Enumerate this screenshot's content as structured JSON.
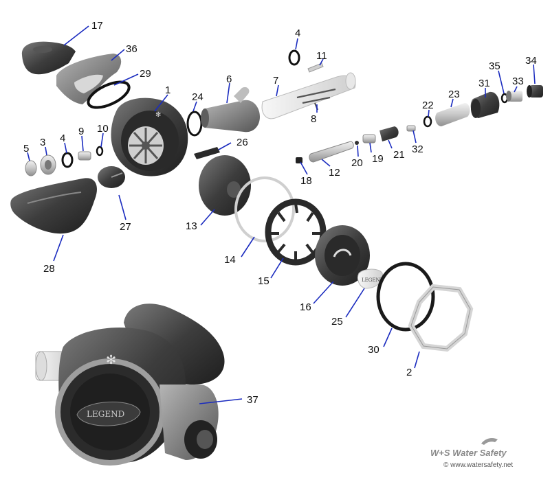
{
  "parts": [
    {
      "id": "p17",
      "label": "17"
    },
    {
      "id": "p36",
      "label": "36"
    },
    {
      "id": "p29",
      "label": "29"
    },
    {
      "id": "p1",
      "label": "1"
    },
    {
      "id": "p24",
      "label": "24"
    },
    {
      "id": "p6",
      "label": "6"
    },
    {
      "id": "p4a",
      "label": "4"
    },
    {
      "id": "p11",
      "label": "11"
    },
    {
      "id": "p7",
      "label": "7"
    },
    {
      "id": "p8",
      "label": "8"
    },
    {
      "id": "p35",
      "label": "35"
    },
    {
      "id": "p34",
      "label": "34"
    },
    {
      "id": "p31",
      "label": "31"
    },
    {
      "id": "p33",
      "label": "33"
    },
    {
      "id": "p23",
      "label": "23"
    },
    {
      "id": "p22",
      "label": "22"
    },
    {
      "id": "p5",
      "label": "5"
    },
    {
      "id": "p3",
      "label": "3"
    },
    {
      "id": "p4b",
      "label": "4"
    },
    {
      "id": "p9",
      "label": "9"
    },
    {
      "id": "p10",
      "label": "10"
    },
    {
      "id": "p26",
      "label": "26"
    },
    {
      "id": "p32",
      "label": "32"
    },
    {
      "id": "p21",
      "label": "21"
    },
    {
      "id": "p19",
      "label": "19"
    },
    {
      "id": "p20",
      "label": "20"
    },
    {
      "id": "p12",
      "label": "12"
    },
    {
      "id": "p18",
      "label": "18"
    },
    {
      "id": "p13",
      "label": "13"
    },
    {
      "id": "p27",
      "label": "27"
    },
    {
      "id": "p28",
      "label": "28"
    },
    {
      "id": "p14",
      "label": "14"
    },
    {
      "id": "p15",
      "label": "15"
    },
    {
      "id": "p16",
      "label": "16"
    },
    {
      "id": "p25",
      "label": "25"
    },
    {
      "id": "p30",
      "label": "30"
    },
    {
      "id": "p2",
      "label": "2"
    },
    {
      "id": "p37",
      "label": "37"
    }
  ],
  "logo": {
    "brand": "W+S Water Safety",
    "copyright": "© www.watersafety.net"
  },
  "product_marking": "LEGEND",
  "colors": {
    "leader": "#1a2bbf",
    "label": "#111111",
    "body_dark": "#3a3a3a",
    "body_mid": "#6e6e6e",
    "metal": "#c9c9c9",
    "background": "#ffffff"
  }
}
